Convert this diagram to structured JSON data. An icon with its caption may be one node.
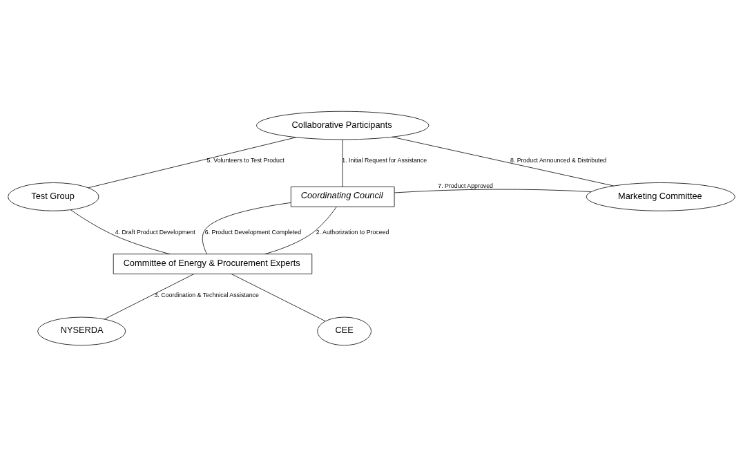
{
  "diagram": {
    "nodes": [
      {
        "text": [
          "Collaborative Participants"
        ]
      },
      {
        "text": [
          "Test Group"
        ]
      },
      {
        "text": [
          "Coordinating Council"
        ]
      },
      {
        "text": [
          "Marketing Committee"
        ]
      },
      {
        "text": [
          "Committee of Energy & Procurement Experts"
        ]
      },
      {
        "text": [
          "NYSERDA"
        ]
      },
      {
        "text": [
          "CEE"
        ]
      }
    ],
    "edges": [
      {
        "from": 0,
        "to": 2,
        "arrow": "none",
        "label": "1. Initial Request for Assistance"
      },
      {
        "from": 2,
        "to": 4,
        "arrow": "none",
        "label": "2. Authorization to Proceed"
      },
      {
        "from": 4,
        "to": 5,
        "arrow": "none",
        "label": "3. Coordination & Technical Assistance"
      },
      {
        "from": 4,
        "to": 6,
        "arrow": "none"
      },
      {
        "from": 4,
        "to": 1,
        "arrow": "none",
        "label": "4. Draft Product Development"
      },
      {
        "from": 1,
        "to": 0,
        "arrow": "none",
        "label": "5. Volunteers to Test Product"
      },
      {
        "from": 4,
        "to": 2,
        "arrow": "none",
        "label": "6. Product Development Completed"
      },
      {
        "from": 2,
        "to": 3,
        "arrow": "none",
        "label": "7. Product Approved"
      },
      {
        "from": 3,
        "to": 0,
        "arrow": "none",
        "label": "8. Product Announced & Distributed"
      }
    ]
  }
}
